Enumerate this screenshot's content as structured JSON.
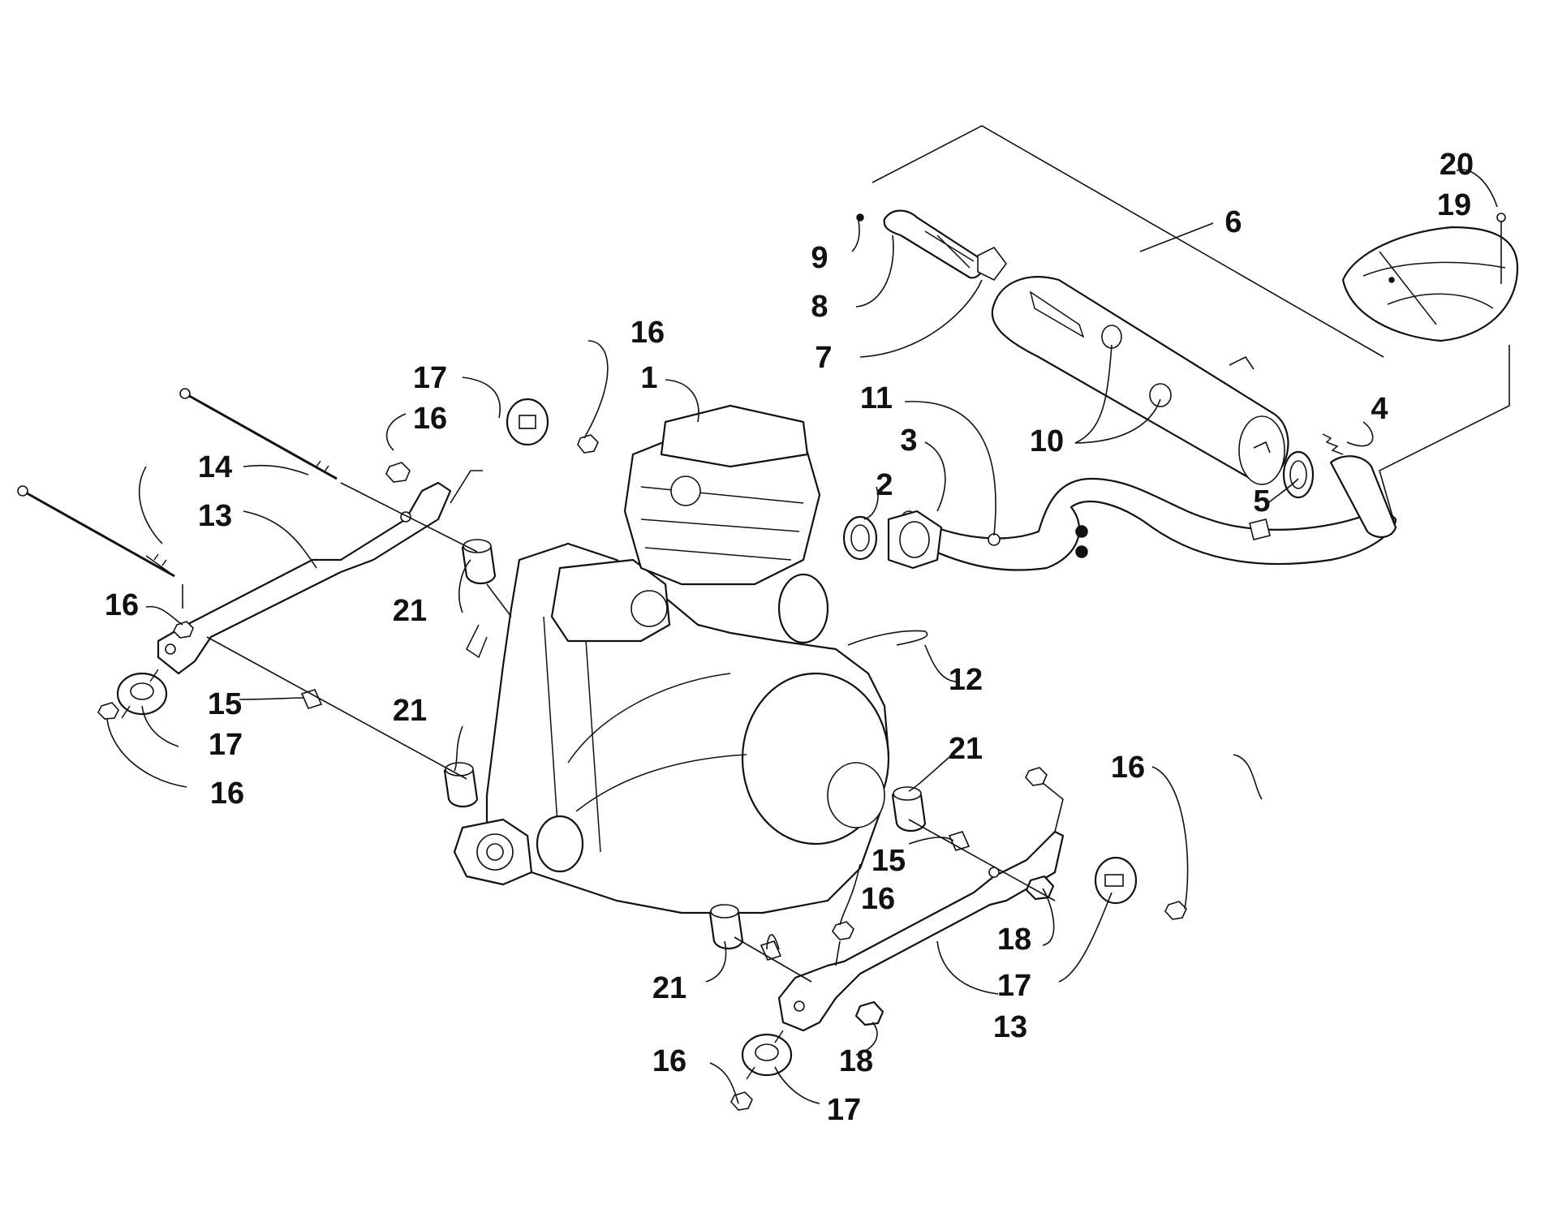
{
  "callouts": [
    {
      "id": "c1",
      "label": "1"
    },
    {
      "id": "c2",
      "label": "2"
    },
    {
      "id": "c3",
      "label": "3"
    },
    {
      "id": "c4",
      "label": "4"
    },
    {
      "id": "c5",
      "label": "5"
    },
    {
      "id": "c6",
      "label": "6"
    },
    {
      "id": "c7",
      "label": "7"
    },
    {
      "id": "c8",
      "label": "8"
    },
    {
      "id": "c9",
      "label": "9"
    },
    {
      "id": "c10",
      "label": "10"
    },
    {
      "id": "c11",
      "label": "11"
    },
    {
      "id": "c12",
      "label": "12"
    },
    {
      "id": "c13a",
      "label": "13"
    },
    {
      "id": "c13b",
      "label": "13"
    },
    {
      "id": "c14",
      "label": "14"
    },
    {
      "id": "c15a",
      "label": "15"
    },
    {
      "id": "c15b",
      "label": "15"
    },
    {
      "id": "c16a",
      "label": "16"
    },
    {
      "id": "c16b",
      "label": "16"
    },
    {
      "id": "c16c",
      "label": "16"
    },
    {
      "id": "c16d",
      "label": "16"
    },
    {
      "id": "c16e",
      "label": "16"
    },
    {
      "id": "c16f",
      "label": "16"
    },
    {
      "id": "c16g",
      "label": "16"
    },
    {
      "id": "c17a",
      "label": "17"
    },
    {
      "id": "c17b",
      "label": "17"
    },
    {
      "id": "c17c",
      "label": "17"
    },
    {
      "id": "c17d",
      "label": "17"
    },
    {
      "id": "c18a",
      "label": "18"
    },
    {
      "id": "c18b",
      "label": "18"
    },
    {
      "id": "c19",
      "label": "19"
    },
    {
      "id": "c20",
      "label": "20"
    },
    {
      "id": "c21a",
      "label": "21"
    },
    {
      "id": "c21b",
      "label": "21"
    },
    {
      "id": "c21c",
      "label": "21"
    },
    {
      "id": "c21d",
      "label": "21"
    }
  ]
}
